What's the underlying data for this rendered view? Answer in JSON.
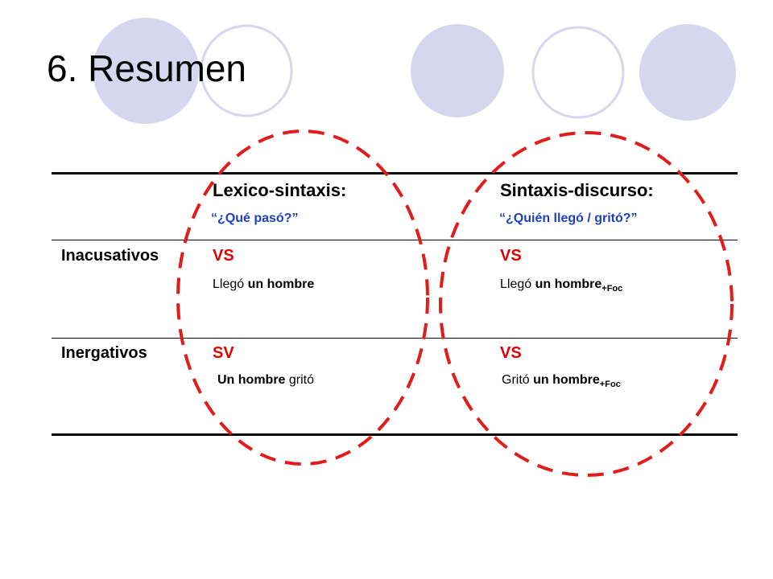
{
  "slide": {
    "title": "6. Resumen"
  },
  "decoration": {
    "circle_fill_color": "#d6d6ef",
    "circle_outline_color": "#d6d6ef",
    "oval_color": "#e21b1b"
  },
  "table": {
    "columns": [
      {
        "header": "Lexico-sintaxis:",
        "question": "“¿Qué pasó?”"
      },
      {
        "header": "Sintaxis-discurso:",
        "question": "“¿Quién llegó / gritó?”"
      }
    ],
    "rows": [
      {
        "label": "Inacusativos",
        "cells": [
          {
            "order": "VS",
            "pre": "Llegó ",
            "bold": "un hombre",
            "post": "",
            "sub": ""
          },
          {
            "order": "VS",
            "pre": "Llegó ",
            "bold": "un hombre",
            "post": "",
            "sub": "+Foc"
          }
        ]
      },
      {
        "label": "Inergativos",
        "cells": [
          {
            "order": "SV",
            "pre": "",
            "bold": "Un hombre",
            "post": " gritó",
            "sub": ""
          },
          {
            "order": "VS",
            "pre": "Gritó ",
            "bold": "un hombre",
            "post": "",
            "sub": "+Foc"
          }
        ]
      }
    ]
  }
}
